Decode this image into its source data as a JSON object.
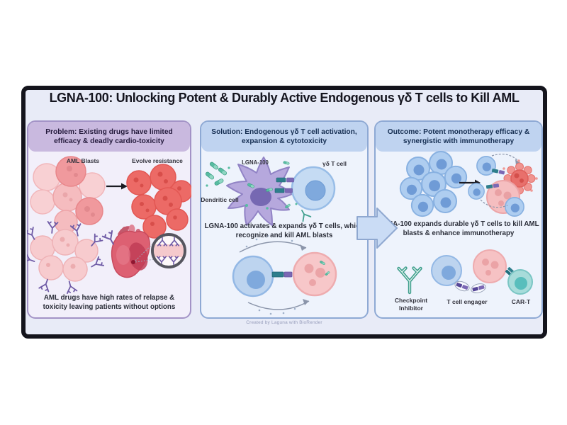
{
  "figure": {
    "title": "LGNA-100: Unlocking Potent & Durably Active Endogenous γδ T cells to Kill AML",
    "credit": "Created by Laguna with BioRender",
    "colors": {
      "frame_border": "#14141c",
      "frame_bg": "#e8ebf7",
      "problem_accent": "#c9b9df",
      "solution_accent": "#bfd3f0",
      "aml_red": "#ec6a66",
      "aml_pink": "#f7cbce",
      "t_cell_blue": "#bdd4ef",
      "dendritic_purple": "#b6a8dd",
      "drug_teal": "#58bca2",
      "cart_teal": "#a7dcda",
      "antibody_purple": "#6f5ba6"
    },
    "panels": {
      "problem": {
        "header": "Problem: Existing drugs have limited efficacy & deadly cardio-toxicity",
        "labels": {
          "aml_blasts": "AML Blasts",
          "evolve_resistance": "Evolve resistance"
        },
        "caption": "AML drugs have high rates of relapse & toxicity leaving patients without options"
      },
      "solution": {
        "header": "Solution: Endogenous γδ T cell activation, expansion & cytotoxicity",
        "labels": {
          "drug": "LGNA-100",
          "dendritic_cell": "Dendritic cell",
          "gd_t_cell": "γδ T cell"
        },
        "caption": "LGNA-100 activates & expands γδ T cells, which recognize and kill AML blasts"
      },
      "outcome": {
        "header": "Outcome: Potent monotherapy efficacy & synergistic with immunotherapy",
        "caption": "LGNA-100 expands durable γδ T cells to kill AML blasts & enhance immunotherapy",
        "labels": {
          "checkpoint": "Checkpoint Inhibitor",
          "engager": "T cell engager",
          "cart": "CAR-T"
        }
      }
    }
  }
}
